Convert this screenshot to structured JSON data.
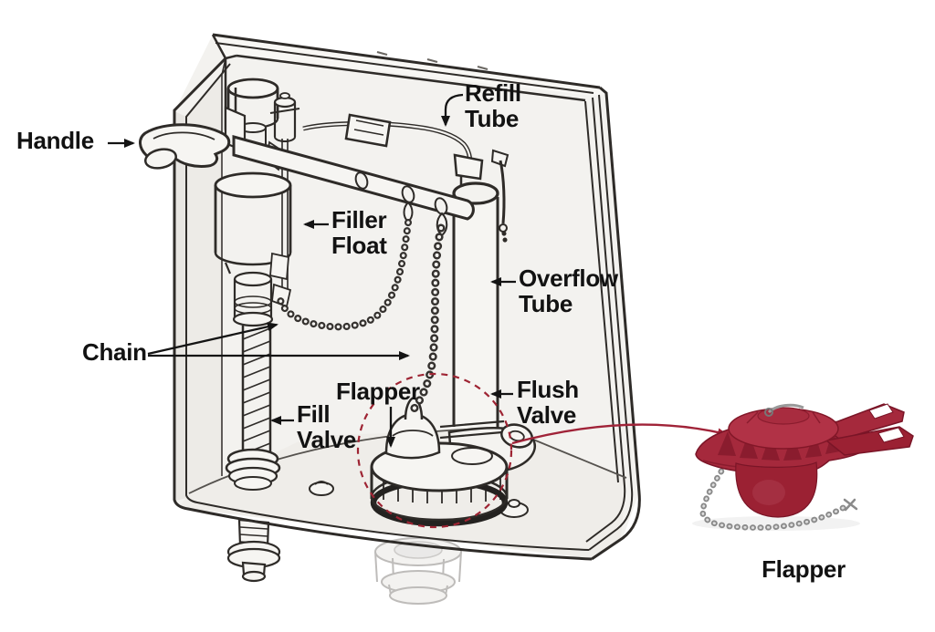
{
  "diagram": {
    "subject": "Toilet tank fill and flush mechanism cutaway",
    "labels": {
      "handle": "Handle",
      "refill_tube": "Refill\nTube",
      "filler_float": "Filler\nFloat",
      "overflow_tube": "Overflow\nTube",
      "chain": "Chain",
      "flapper": "Flapper",
      "flush_valve": "Flush\nValve",
      "fill_valve": "Fill\nValve"
    },
    "callout": {
      "label": "Flapper"
    },
    "colors": {
      "background": "#ffffff",
      "line": "#2e2b28",
      "label_text": "#121212",
      "accent_red": "#9e2433",
      "flapper_red": "#a5293c",
      "flapper_red_dark": "#8a1c2e",
      "chain_silver": "#8f8f8f",
      "tank_fill": "#f3f2ef"
    }
  }
}
